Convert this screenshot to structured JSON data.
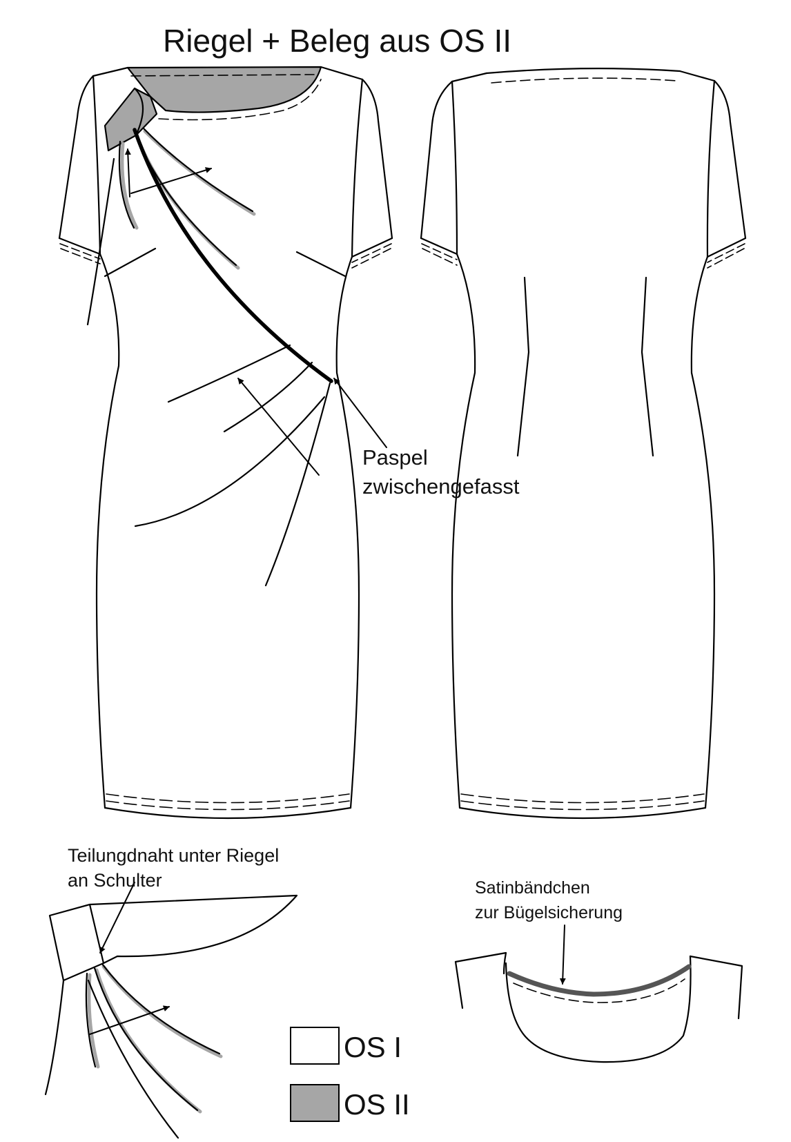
{
  "title": "Riegel + Beleg aus OS II",
  "labels": {
    "piping_line1": "Paspel",
    "piping_line2": "zwischengefasst",
    "seam_line1": "Teilungdnaht unter Riegel",
    "seam_line2": "an Schulter",
    "satin_line1": "Satinbändchen",
    "satin_line2": "zur Bügelsicherung"
  },
  "legend": [
    {
      "label": "OS I",
      "color": "#ffffff"
    },
    {
      "label": "OS II",
      "color": "#a6a6a6"
    }
  ],
  "colors": {
    "line": "#000000",
    "os2_fill": "#a6a6a6",
    "paper": "#ffffff"
  }
}
